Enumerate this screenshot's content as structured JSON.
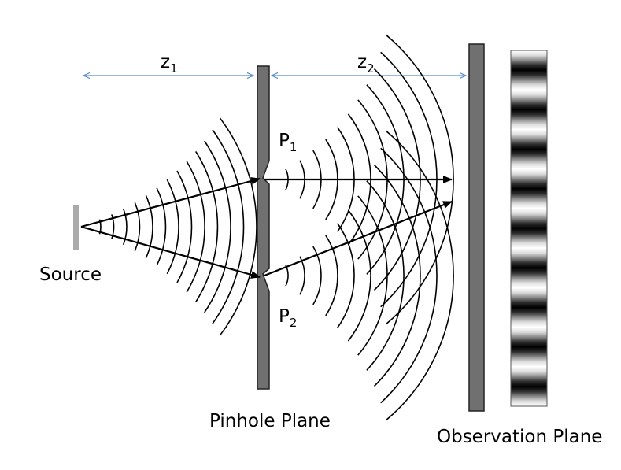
{
  "labels": {
    "z1": "z",
    "z1_sub": "1",
    "z2": "z",
    "z2_sub": "2",
    "p1": "P",
    "p1_sub": "1",
    "p2": "P",
    "p2_sub": "2",
    "source": "Source",
    "pinhole_plane": "Pinhole Plane",
    "observation_plane": "Observation Plane"
  },
  "colors": {
    "line": "#000000",
    "plate_fill": "#707070",
    "plate_stroke": "#222222",
    "source_fill": "#aaaaaa",
    "dimension_arrow": "#5b8fc7"
  },
  "fringes": {
    "count": 9
  }
}
